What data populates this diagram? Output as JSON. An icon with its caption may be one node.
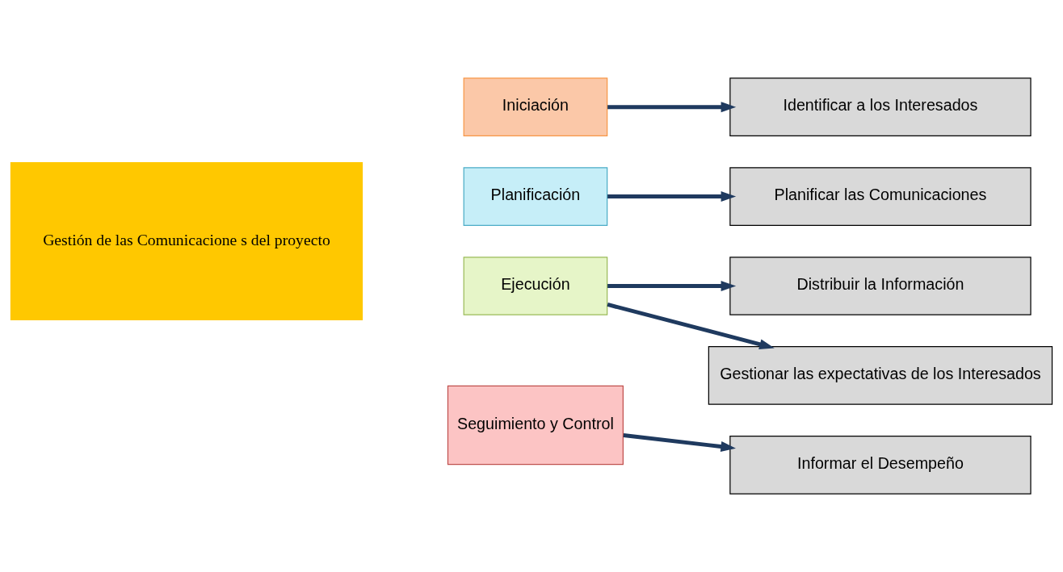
{
  "diagram": {
    "nodes": [
      {
        "text": [
          "Gestión de las Comunicacione s del proyecto"
        ]
      },
      {
        "text": [
          "Iniciación"
        ]
      },
      {
        "text": [
          "Planificación"
        ]
      },
      {
        "text": [
          "Ejecución"
        ]
      },
      {
        "text": [
          "Seguimiento y Control"
        ]
      },
      {
        "text": [
          "Identificar a los Interesados"
        ]
      },
      {
        "text": [
          "Planificar las Comunicaciones"
        ]
      },
      {
        "text": [
          "Distribuir la Información"
        ]
      },
      {
        "text": [
          "Gestionar las expectativas de los Interesados"
        ]
      },
      {
        "text": [
          "Informar el Desempeño"
        ]
      }
    ],
    "edges": [
      {
        "from": 1,
        "to": 5,
        "arrow": "to"
      },
      {
        "from": 2,
        "to": 6,
        "arrow": "to"
      },
      {
        "from": 3,
        "to": 7,
        "arrow": "to"
      },
      {
        "from": 3,
        "to": 8,
        "arrow": "to"
      },
      {
        "from": 4,
        "to": 9,
        "arrow": "to"
      }
    ]
  }
}
